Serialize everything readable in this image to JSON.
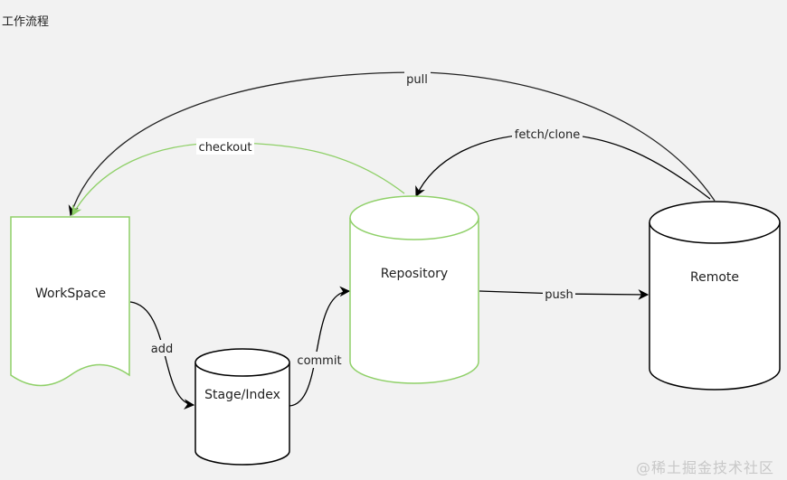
{
  "title": "工作流程",
  "nodes": {
    "workspace": "WorkSpace",
    "stage": "Stage/Index",
    "repository": "Repository",
    "remote": "Remote"
  },
  "edges": {
    "pull": "pull",
    "checkout": "checkout",
    "fetch_clone": "fetch/clone",
    "push": "push",
    "add": "add",
    "commit": "commit"
  },
  "watermark": "@稀土掘金技术社区",
  "colors": {
    "background": "#f2f2f2",
    "highlight": "#8fd068",
    "stroke": "#000000"
  }
}
